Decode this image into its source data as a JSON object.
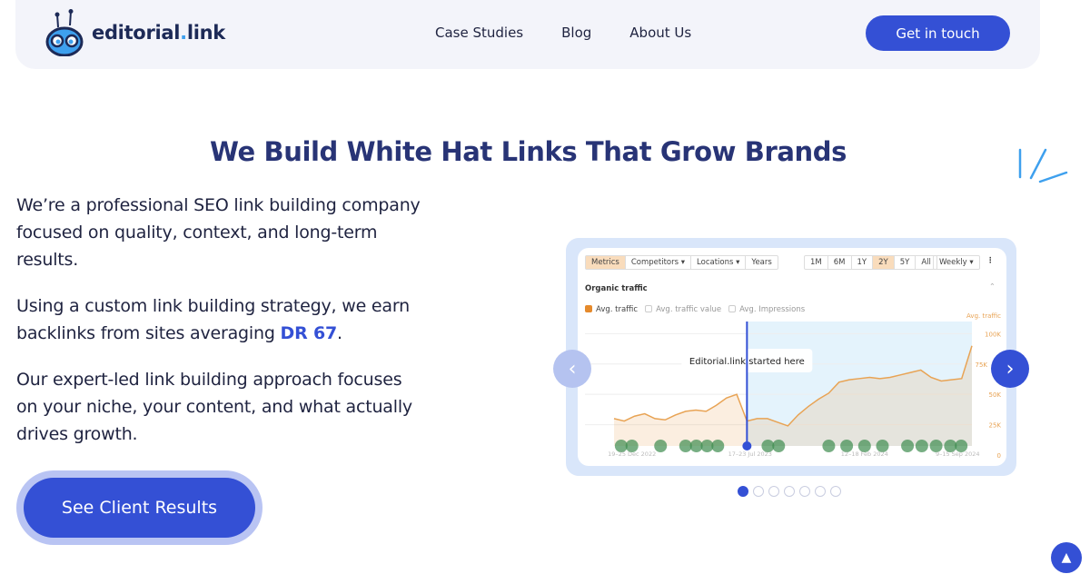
{
  "nav": {
    "logo": "editorial.link",
    "logo_main": "editorial",
    "logo_dot": ".",
    "logo_end": "link",
    "links": [
      "Case Studies",
      "Blog",
      "About Us"
    ],
    "cta": "Get in touch"
  },
  "hero": {
    "title": "We Build White Hat Links That Grow Brands",
    "p1": "We’re a professional SEO link building company focused on quality, context, and long-term results.",
    "p2_pre": "Using a custom link building strategy, we earn backlinks from sites averaging ",
    "p2_dr": "DR 67",
    "p2_post": ".",
    "p3": "Our expert-led link building approach focuses on your niche, your content, and what actually drives growth.",
    "button": "See Client Results"
  },
  "carousel": {
    "slides": 7,
    "active": 0,
    "prev_icon": "chevron-left-icon",
    "next_icon": "chevron-right-icon"
  },
  "chart_panel": {
    "tabs": [
      "Metrics",
      "Competitors ▾",
      "Locations ▾",
      "Years"
    ],
    "ranges": [
      "1M",
      "6M",
      "1Y",
      "2Y",
      "5Y",
      "All"
    ],
    "active_range": "2Y",
    "interval": "Weekly ▾",
    "section": "Organic traffic",
    "legend": [
      {
        "label": "Avg. traffic",
        "checked": true
      },
      {
        "label": "Avg. traffic value",
        "checked": false
      },
      {
        "label": "Avg. Impressions",
        "checked": false
      }
    ],
    "annotation": "Editorial.link started here"
  },
  "chart_data": {
    "type": "area",
    "ylabel": "Avg. traffic",
    "yticks": [
      "100K",
      "75K",
      "50K",
      "25K",
      "0"
    ],
    "ylim": [
      0,
      110000
    ],
    "xticks": [
      "19–25 Dec 2022",
      "17–23 Jul 2023",
      "12–18 Feb 2024",
      "9–15 Sep 2024"
    ],
    "series": [
      {
        "name": "Avg. traffic",
        "color": "#e8a354",
        "values": [
          30000,
          28000,
          32000,
          34000,
          30000,
          29000,
          33000,
          36000,
          37000,
          36000,
          41000,
          47000,
          50000,
          28000,
          30000,
          30000,
          27000,
          24000,
          33000,
          40000,
          46000,
          51000,
          60000,
          62000,
          63000,
          64000,
          63000,
          64000,
          66000,
          68000,
          70000,
          64000,
          61000,
          62000,
          63000,
          90000
        ]
      }
    ],
    "marker_index": 13,
    "colors": {
      "line": "#e8a354",
      "marker": "#3450d5",
      "highlight": "#e4f3fc"
    }
  },
  "scroll_top": "▲"
}
